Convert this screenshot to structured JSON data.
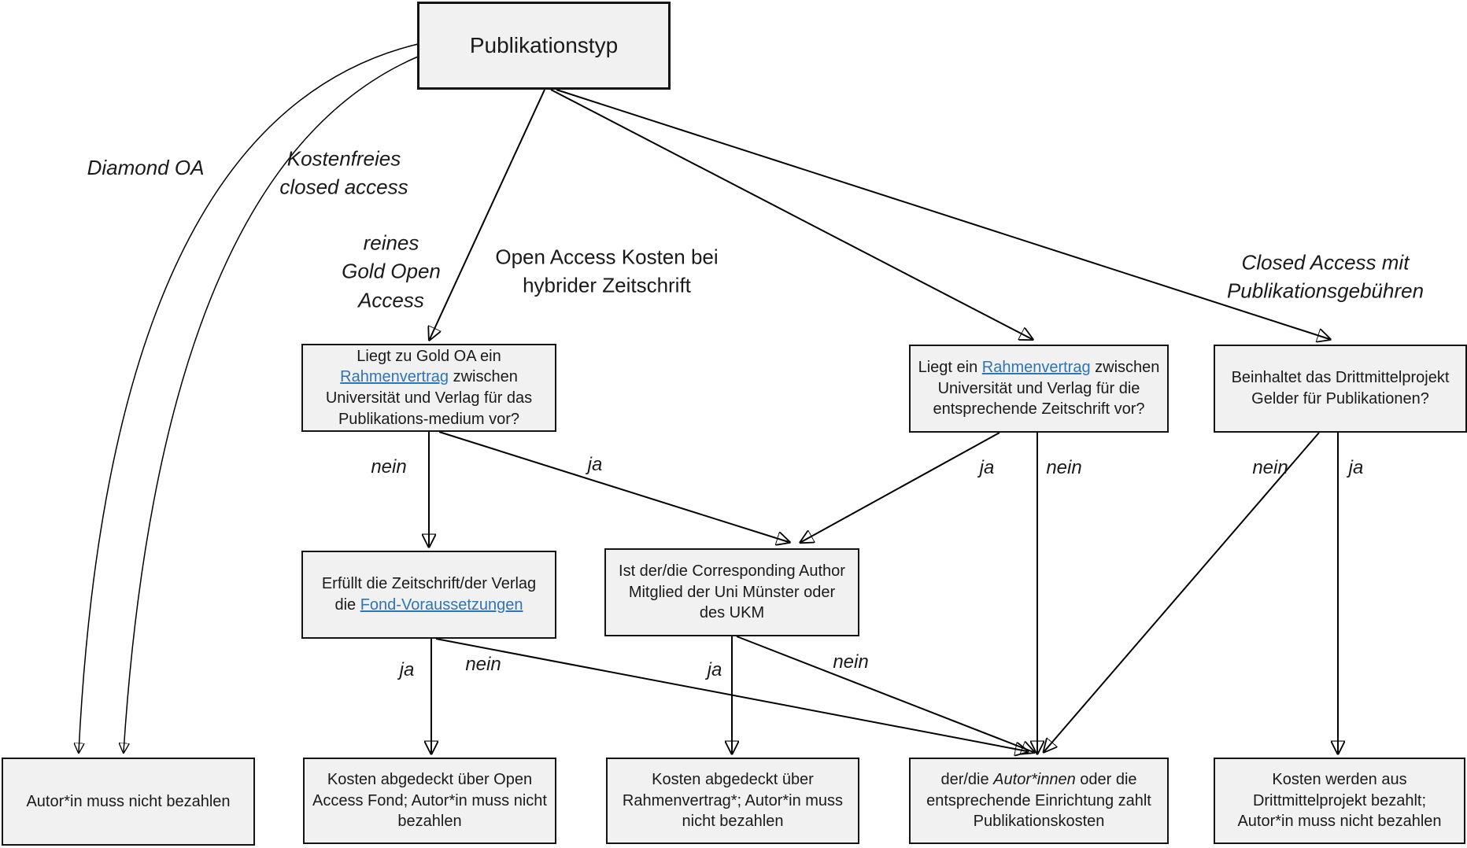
{
  "root": {
    "label": "Publikationstyp"
  },
  "branch_labels": {
    "diamond_oa": "Diamond OA",
    "free_closed_access": "Kostenfreies\nclosed access",
    "gold_oa": "reines\nGold Open\nAccess",
    "hybrid": "Open Access Kosten bei\nhybrider Zeitschrift",
    "closed_with_fees": "Closed Access mit\nPublikationsgebühren"
  },
  "decision_boxes": {
    "gold_oa_agreement": {
      "lines": [
        [
          {
            "t": "Liegt zu Gold OA ein"
          }
        ],
        [
          {
            "t": "Rahmenvertrag",
            "s": "link",
            "n": "gold-oa-rahmenvertrag-link"
          },
          {
            "t": " zwischen"
          }
        ],
        [
          {
            "t": "Universität und Verlag für das"
          }
        ],
        [
          {
            "t": "Publikations-medium vor?"
          }
        ]
      ]
    },
    "hybrid_agreement": {
      "lines": [
        [
          {
            "t": "Liegt ein "
          },
          {
            "t": "Rahmenvertrag",
            "s": "link",
            "n": "hybrid-rahmenvertrag-link"
          },
          {
            "t": " zwischen"
          }
        ],
        [
          {
            "t": "Universität und Verlag für die"
          }
        ],
        [
          {
            "t": "entsprechende Zeitschrift vor?"
          }
        ]
      ]
    },
    "third_party_funds": {
      "lines": [
        [
          {
            "t": "Beinhaltet das Drittmittelprojekt"
          }
        ],
        [
          {
            "t": "Gelder für Publikationen?"
          }
        ]
      ]
    },
    "fund_requirements": {
      "lines": [
        [
          {
            "t": "Erfüllt die Zeitschrift/der Verlag"
          }
        ],
        [
          {
            "t": "die "
          },
          {
            "t": "Fond-Voraussetzungen",
            "s": "link",
            "n": "fond-voraussetzungen-link"
          }
        ]
      ]
    },
    "corresponding_author": {
      "lines": [
        [
          {
            "t": "Ist der/die Corresponding Author"
          }
        ],
        [
          {
            "t": "Mitglied der Uni Münster oder"
          }
        ],
        [
          {
            "t": "des UKM"
          }
        ]
      ]
    }
  },
  "result_boxes": {
    "no_payment": {
      "lines": [
        [
          {
            "t": "Autor*in muss nicht bezahlen"
          }
        ]
      ]
    },
    "oa_fund": {
      "lines": [
        [
          {
            "t": "Kosten abgedeckt über Open"
          }
        ],
        [
          {
            "t": "Access Fond; Autor*in muss nicht"
          }
        ],
        [
          {
            "t": "bezahlen"
          }
        ]
      ]
    },
    "framework_agreement": {
      "lines": [
        [
          {
            "t": "Kosten abgedeckt über"
          }
        ],
        [
          {
            "t": "Rahmenvertrag*; Autor*in muss"
          }
        ],
        [
          {
            "t": "nicht bezahlen"
          }
        ]
      ]
    },
    "author_pays": {
      "lines": [
        [
          {
            "t": "der/die "
          },
          {
            "t": "Autor*innen",
            "s": "italic"
          },
          {
            "t": " oder die"
          }
        ],
        [
          {
            "t": "entsprechende Einrichtung zahlt"
          }
        ],
        [
          {
            "t": "Publikationskosten"
          }
        ]
      ]
    },
    "third_party_pays": {
      "lines": [
        [
          {
            "t": "Kosten werden aus"
          }
        ],
        [
          {
            "t": "Drittmittelprojekt bezahlt;"
          }
        ],
        [
          {
            "t": "Autor*in muss nicht bezahlen"
          }
        ]
      ]
    }
  },
  "edge_labels": {
    "gold_no": "nein",
    "gold_yes": "ja",
    "hybrid_yes": "ja",
    "hybrid_no": "nein",
    "third_no": "nein",
    "third_yes": "ja",
    "fund_yes": "ja",
    "fund_no": "nein",
    "corr_yes": "ja",
    "corr_no": "nein"
  },
  "colors": {
    "box_fill": "#f1f1f2",
    "box_border": "#141414",
    "arrow": "#000000",
    "text": "#1a1a1a",
    "link": "#2e75b6"
  }
}
